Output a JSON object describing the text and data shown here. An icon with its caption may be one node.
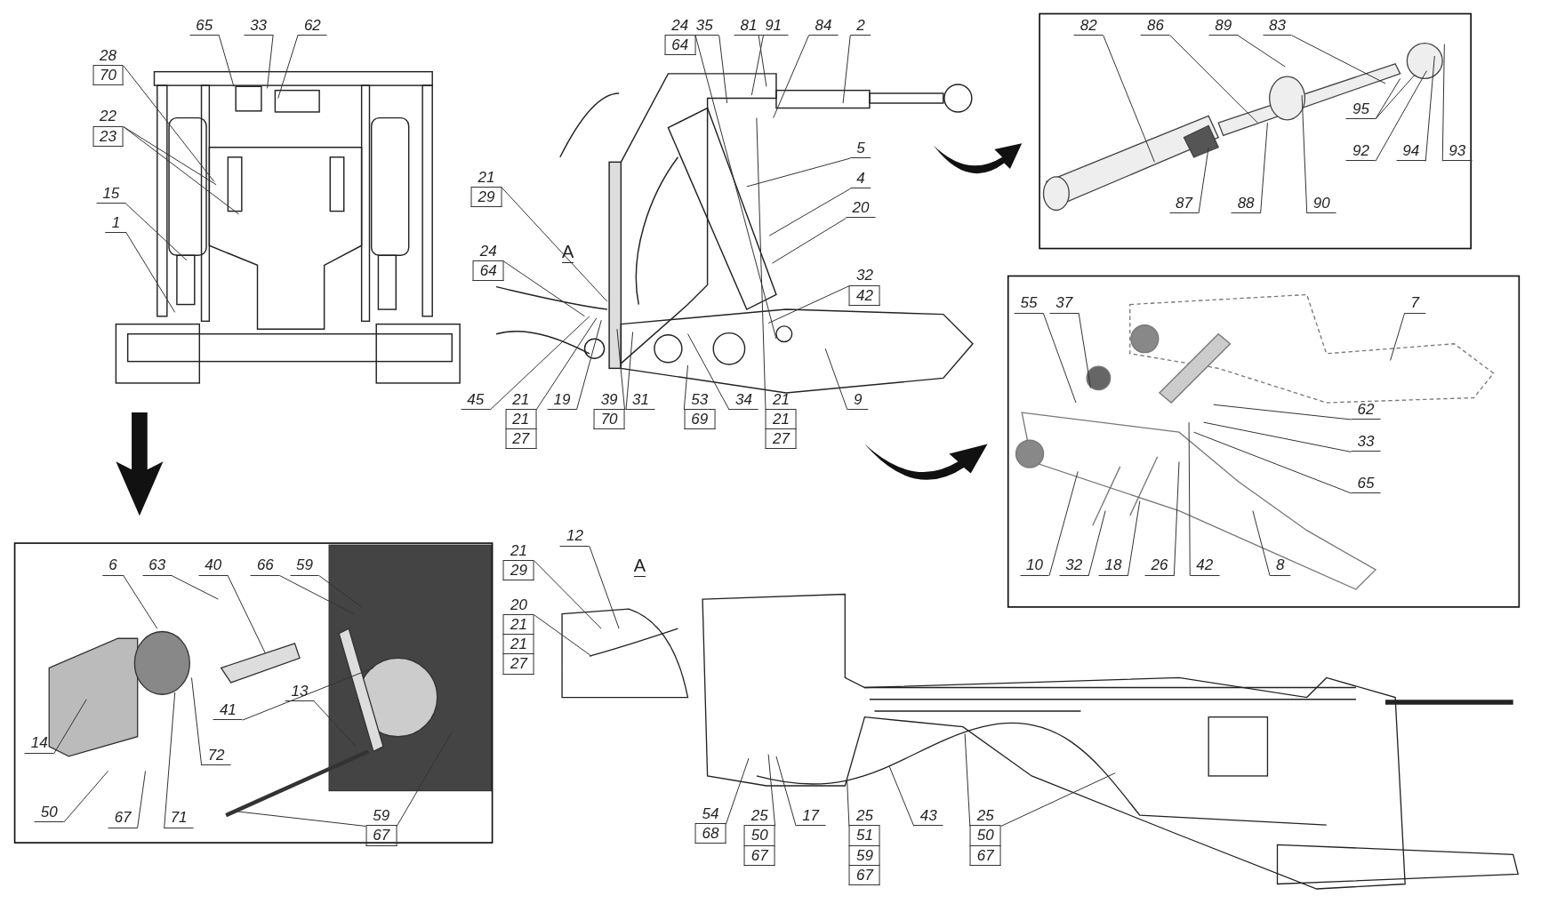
{
  "diagram": {
    "nodes": [
      {
        "text": [
          "65"
        ]
      },
      {
        "text": [
          "33"
        ]
      },
      {
        "text": [
          "62"
        ]
      },
      {
        "text": [
          "28",
          "70"
        ]
      },
      {
        "text": [
          "22",
          "23"
        ]
      },
      {
        "text": [
          "15"
        ]
      },
      {
        "text": [
          "1"
        ]
      },
      {
        "text": [
          "24",
          "64"
        ]
      },
      {
        "text": [
          "35"
        ]
      },
      {
        "text": [
          "81"
        ]
      },
      {
        "text": [
          "91"
        ]
      },
      {
        "text": [
          "84"
        ]
      },
      {
        "text": [
          "2"
        ]
      },
      {
        "text": [
          "5"
        ]
      },
      {
        "text": [
          "4"
        ]
      },
      {
        "text": [
          "20"
        ]
      },
      {
        "text": [
          "21",
          "29"
        ]
      },
      {
        "text": [
          "24",
          "64"
        ]
      },
      {
        "text": [
          "45"
        ]
      },
      {
        "text": [
          "21",
          "21",
          "27"
        ]
      },
      {
        "text": [
          "19"
        ]
      },
      {
        "text": [
          "39",
          "70"
        ]
      },
      {
        "text": [
          "31"
        ]
      },
      {
        "text": [
          "53",
          "69"
        ]
      },
      {
        "text": [
          "34"
        ]
      },
      {
        "text": [
          "21",
          "21",
          "27"
        ]
      },
      {
        "text": [
          "9"
        ]
      },
      {
        "text": [
          "32",
          "42"
        ]
      },
      {
        "text": [
          "82"
        ]
      },
      {
        "text": [
          "86"
        ]
      },
      {
        "text": [
          "89"
        ]
      },
      {
        "text": [
          "83"
        ]
      },
      {
        "text": [
          "95"
        ]
      },
      {
        "text": [
          "92"
        ]
      },
      {
        "text": [
          "94"
        ]
      },
      {
        "text": [
          "93"
        ]
      },
      {
        "text": [
          "87"
        ]
      },
      {
        "text": [
          "88"
        ]
      },
      {
        "text": [
          "90"
        ]
      },
      {
        "text": [
          "55"
        ]
      },
      {
        "text": [
          "37"
        ]
      },
      {
        "text": [
          "7"
        ]
      },
      {
        "text": [
          "62"
        ]
      },
      {
        "text": [
          "33"
        ]
      },
      {
        "text": [
          "65"
        ]
      },
      {
        "text": [
          "10"
        ]
      },
      {
        "text": [
          "32"
        ]
      },
      {
        "text": [
          "18"
        ]
      },
      {
        "text": [
          "26"
        ]
      },
      {
        "text": [
          "42"
        ]
      },
      {
        "text": [
          "8"
        ]
      },
      {
        "text": [
          "6"
        ]
      },
      {
        "text": [
          "63"
        ]
      },
      {
        "text": [
          "40"
        ]
      },
      {
        "text": [
          "66"
        ]
      },
      {
        "text": [
          "59"
        ]
      },
      {
        "text": [
          "14"
        ]
      },
      {
        "text": [
          "41"
        ]
      },
      {
        "text": [
          "72"
        ]
      },
      {
        "text": [
          "13"
        ]
      },
      {
        "text": [
          "50"
        ]
      },
      {
        "text": [
          "67"
        ]
      },
      {
        "text": [
          "71"
        ]
      },
      {
        "text": [
          "59",
          "67"
        ]
      },
      {
        "text": [
          "12"
        ]
      },
      {
        "text": [
          "21",
          "29"
        ]
      },
      {
        "text": [
          "20",
          "21",
          "21",
          "27"
        ]
      },
      {
        "text": [
          "54",
          "68"
        ]
      },
      {
        "text": [
          "25",
          "50",
          "67"
        ]
      },
      {
        "text": [
          "17"
        ]
      },
      {
        "text": [
          "25",
          "51",
          "59",
          "67"
        ]
      },
      {
        "text": [
          "43"
        ]
      },
      {
        "text": [
          "25",
          "50",
          "67"
        ]
      }
    ],
    "edges": [
      {
        "from": 0,
        "to": null,
        "arrow": "none"
      },
      {
        "from": 1,
        "to": null,
        "arrow": "none"
      },
      {
        "from": 2,
        "to": null,
        "arrow": "none"
      },
      {
        "from": 3,
        "to": null,
        "arrow": "none"
      },
      {
        "from": 4,
        "to": null,
        "arrow": "none"
      },
      {
        "from": 4,
        "to": null,
        "arrow": "none"
      },
      {
        "from": 5,
        "to": null,
        "arrow": "none"
      },
      {
        "from": 6,
        "to": null,
        "arrow": "none"
      },
      {
        "from": 7,
        "to": null,
        "arrow": "none"
      },
      {
        "from": 8,
        "to": null,
        "arrow": "none"
      },
      {
        "from": 9,
        "to": null,
        "arrow": "none"
      },
      {
        "from": 10,
        "to": null,
        "arrow": "none"
      },
      {
        "from": 11,
        "to": null,
        "arrow": "none"
      },
      {
        "from": 12,
        "to": null,
        "arrow": "none"
      },
      {
        "from": 13,
        "to": null,
        "arrow": "none"
      },
      {
        "from": 14,
        "to": null,
        "arrow": "none"
      },
      {
        "from": 15,
        "to": null,
        "arrow": "none"
      },
      {
        "from": 16,
        "to": null,
        "arrow": "none"
      },
      {
        "from": 17,
        "to": null,
        "arrow": "none"
      },
      {
        "from": 18,
        "to": null,
        "arrow": "none"
      },
      {
        "from": 19,
        "to": null,
        "arrow": "none"
      },
      {
        "from": 20,
        "to": null,
        "arrow": "none"
      },
      {
        "from": 21,
        "to": null,
        "arrow": "none"
      },
      {
        "from": 22,
        "to": null,
        "arrow": "none"
      },
      {
        "from": 23,
        "to": null,
        "arrow": "none"
      },
      {
        "from": 24,
        "to": null,
        "arrow": "none"
      },
      {
        "from": 25,
        "to": null,
        "arrow": "none"
      },
      {
        "from": 26,
        "to": null,
        "arrow": "none"
      },
      {
        "from": 27,
        "to": null,
        "arrow": "none"
      },
      {
        "from": 28,
        "to": null,
        "arrow": "none"
      },
      {
        "from": 29,
        "to": null,
        "arrow": "none"
      },
      {
        "from": 30,
        "to": null,
        "arrow": "none"
      },
      {
        "from": 31,
        "to": null,
        "arrow": "none"
      },
      {
        "from": 32,
        "to": null,
        "arrow": "none"
      },
      {
        "from": 32,
        "to": null,
        "arrow": "none"
      },
      {
        "from": 33,
        "to": null,
        "arrow": "none"
      },
      {
        "from": 34,
        "to": null,
        "arrow": "none"
      },
      {
        "from": 35,
        "to": null,
        "arrow": "none"
      },
      {
        "from": 36,
        "to": null,
        "arrow": "none"
      },
      {
        "from": 37,
        "to": null,
        "arrow": "none"
      },
      {
        "from": 38,
        "to": null,
        "arrow": "none"
      },
      {
        "from": 39,
        "to": null,
        "arrow": "none"
      },
      {
        "from": 40,
        "to": null,
        "arrow": "none"
      },
      {
        "from": 41,
        "to": null,
        "arrow": "none"
      },
      {
        "from": 42,
        "to": null,
        "arrow": "none"
      },
      {
        "from": 43,
        "to": null,
        "arrow": "none"
      },
      {
        "from": 44,
        "to": null,
        "arrow": "none"
      },
      {
        "from": 45,
        "to": null,
        "arrow": "none"
      },
      {
        "from": 46,
        "to": null,
        "arrow": "none"
      },
      {
        "from": 47,
        "to": null,
        "arrow": "none"
      },
      {
        "from": 48,
        "to": null,
        "arrow": "none"
      },
      {
        "from": 49,
        "to": null,
        "arrow": "none"
      },
      {
        "from": 50,
        "to": null,
        "arrow": "none"
      },
      {
        "from": 51,
        "to": null,
        "arrow": "none"
      },
      {
        "from": 52,
        "to": null,
        "arrow": "none"
      },
      {
        "from": 53,
        "to": null,
        "arrow": "none"
      },
      {
        "from": 54,
        "to": null,
        "arrow": "none"
      },
      {
        "from": 55,
        "to": null,
        "arrow": "none"
      },
      {
        "from": 56,
        "to": null,
        "arrow": "none"
      },
      {
        "from": 57,
        "to": null,
        "arrow": "none"
      },
      {
        "from": 58,
        "to": null,
        "arrow": "none"
      },
      {
        "from": 59,
        "to": null,
        "arrow": "none"
      },
      {
        "from": 60,
        "to": null,
        "arrow": "none"
      },
      {
        "from": 61,
        "to": null,
        "arrow": "none"
      },
      {
        "from": 62,
        "to": null,
        "arrow": "none"
      },
      {
        "from": 63,
        "to": null,
        "arrow": "none"
      },
      {
        "from": 63,
        "to": null,
        "arrow": "none"
      },
      {
        "from": 64,
        "to": null,
        "arrow": "none"
      },
      {
        "from": 65,
        "to": null,
        "arrow": "none"
      },
      {
        "from": 66,
        "to": null,
        "arrow": "none"
      },
      {
        "from": 67,
        "to": null,
        "arrow": "none"
      },
      {
        "from": 68,
        "to": null,
        "arrow": "none"
      },
      {
        "from": 69,
        "to": null,
        "arrow": "none"
      },
      {
        "from": 70,
        "to": null,
        "arrow": "none"
      },
      {
        "from": 71,
        "to": null,
        "arrow": "none"
      },
      {
        "from": 72,
        "to": null,
        "arrow": "none"
      },
      {
        "from": 72,
        "to": null,
        "arrow": "none"
      }
    ],
    "labels": [
      "A",
      "A"
    ]
  }
}
